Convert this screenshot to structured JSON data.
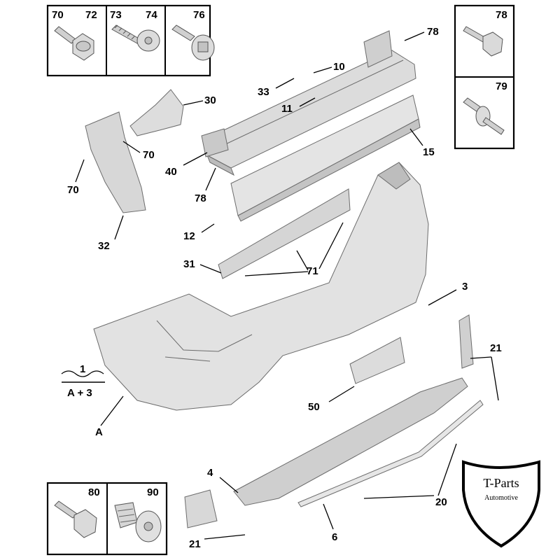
{
  "callouts": {
    "p78": "78",
    "p10": "10",
    "p33": "33",
    "p11": "11",
    "p30": "30",
    "p15": "15",
    "p70a": "70",
    "p40": "40",
    "p70b": "70",
    "p78b": "78",
    "p12": "12",
    "p32": "32",
    "p31": "31",
    "p71": "71",
    "p3": "3",
    "p21a": "21",
    "p1": "1",
    "p1sub": "A + 3",
    "pA": "A",
    "p50": "50",
    "p4": "4",
    "p20": "20",
    "p21b": "21",
    "p6": "6"
  },
  "hardware_boxes": {
    "top_left": {
      "labels": [
        "70",
        "72",
        "73",
        "74",
        "76"
      ]
    },
    "top_right": {
      "labels": [
        "78",
        "79"
      ]
    },
    "bottom_left": {
      "labels": [
        "80",
        "90"
      ]
    }
  },
  "logo": {
    "brand": "T-Parts",
    "subtitle": "Automotive"
  },
  "colors": {
    "part_fill": "#d9d9d9",
    "bumper_fill": "#e2e2e2",
    "line": "#000000"
  }
}
